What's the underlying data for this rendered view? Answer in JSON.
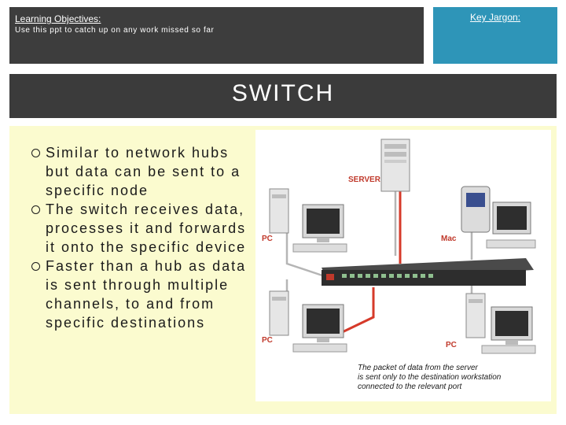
{
  "header": {
    "title": "Learning Objectives:",
    "subtitle": "Use this ppt to catch up on any work missed so far",
    "jargon": "Key Jargon:"
  },
  "slide": {
    "title": "SWITCH",
    "bullets": [
      "Similar to network hubs but data can be sent to a specific node",
      "The switch receives data, processes it and forwards it onto the specific device",
      "Faster than a hub as data is sent through multiple channels, to and from specific destinations"
    ]
  },
  "diagram": {
    "labels": {
      "server": "SERVER",
      "mac": "Mac",
      "pc_top_left": "PC",
      "pc_bottom_left": "PC",
      "pc_bottom_right": "PC"
    },
    "caption": [
      "The packet of data from the server",
      "is sent only to the destination workstation",
      "connected to the relevant port"
    ]
  },
  "colors": {
    "header_dark": "#3d3d3d",
    "jargon_blue": "#2e95b8",
    "title_band": "#3b3b3b",
    "panel_yellow": "#fbfbcf",
    "label_red": "#c0392b",
    "packet_red": "#d63a2a",
    "cable_grey": "#b5b5b5"
  }
}
